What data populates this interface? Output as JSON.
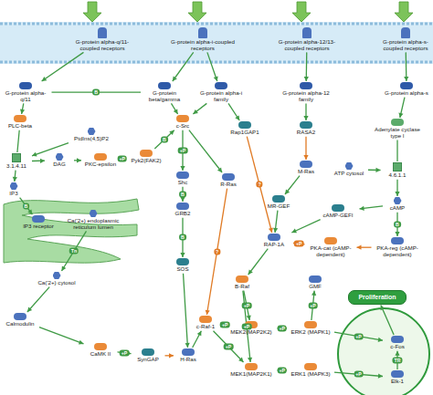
{
  "diagram": {
    "nodes": [
      {
        "text": [
          "G-protein alpha-q/11-coupled receptors"
        ]
      },
      {
        "text": [
          "G-protein alpha-i-coupled receptors"
        ]
      },
      {
        "text": [
          "G-protein alpha-12/13-coupled receptors"
        ]
      },
      {
        "text": [
          "G-protein alpha-s-coupled receptors"
        ]
      },
      {
        "text": [
          "G-protein alpha-q/11"
        ]
      },
      {
        "text": [
          "G-protein beta/gamma"
        ]
      },
      {
        "text": [
          "G-protein alpha-i family"
        ]
      },
      {
        "text": [
          "G-protein alpha-12 family"
        ]
      },
      {
        "text": [
          "G-protein alpha-s"
        ]
      },
      {
        "text": [
          "PLC-beta"
        ]
      },
      {
        "text": [
          "PtdIns(4,5)P2"
        ]
      },
      {
        "text": [
          "3.1.4.11"
        ]
      },
      {
        "text": [
          "DAG"
        ]
      },
      {
        "text": [
          "PKC-epsilon"
        ]
      },
      {
        "text": [
          "Pyk2(FAK2)"
        ]
      },
      {
        "text": [
          "c-Src"
        ]
      },
      {
        "text": [
          "Shc"
        ]
      },
      {
        "text": [
          "GRB2"
        ]
      },
      {
        "text": [
          "SOS"
        ]
      },
      {
        "text": [
          "R-Ras"
        ]
      },
      {
        "text": [
          "Rap1GAP1"
        ]
      },
      {
        "text": [
          "RASA2"
        ]
      },
      {
        "text": [
          "M-Ras"
        ]
      },
      {
        "text": [
          "MR-GEF"
        ]
      },
      {
        "text": [
          "cAMP-GEFI"
        ]
      },
      {
        "text": [
          "RAP-1A"
        ]
      },
      {
        "text": [
          "B-Raf"
        ]
      },
      {
        "text": [
          "c-Raf-1"
        ]
      },
      {
        "text": [
          "MEK2(MAP2K2)"
        ]
      },
      {
        "text": [
          "MEK1(MAP2K1)"
        ]
      },
      {
        "text": [
          "ERK2 (MAPK1)"
        ]
      },
      {
        "text": [
          "ERK1 (MAPK3)"
        ]
      },
      {
        "text": [
          "GMF"
        ]
      },
      {
        "text": [
          "PKA-cat (cAMP-dependent)"
        ]
      },
      {
        "text": [
          "PKA-reg (cAMP-dependent)"
        ]
      },
      {
        "text": [
          "Adenylate cyclase type I"
        ]
      },
      {
        "text": [
          "ATP cytosol"
        ]
      },
      {
        "text": [
          "4.6.1.1"
        ]
      },
      {
        "text": [
          "cAMP"
        ]
      },
      {
        "text": [
          "IP3"
        ]
      },
      {
        "text": [
          "IP3 receptor"
        ]
      },
      {
        "text": [
          "Ca('2+) endoplasmic reticulum lumen"
        ]
      },
      {
        "text": [
          "Ca('2+) cytosol"
        ]
      },
      {
        "text": [
          "Calmodulin"
        ]
      },
      {
        "text": [
          "CaMK II"
        ]
      },
      {
        "text": [
          "SynGAP"
        ]
      },
      {
        "text": [
          "H-Ras"
        ]
      },
      {
        "text": [
          "Proliferation"
        ]
      },
      {
        "text": [
          "c-Fos"
        ]
      },
      {
        "text": [
          "Elk-1"
        ]
      }
    ],
    "edges": [
      {
        "from": 0,
        "to": 4,
        "arrow": "to"
      },
      {
        "from": 1,
        "to": 5,
        "arrow": "to"
      },
      {
        "from": 1,
        "to": 6,
        "arrow": "to"
      },
      {
        "from": 4,
        "to": 5,
        "arrow": "none",
        "label": "B"
      },
      {
        "from": 2,
        "to": 7,
        "arrow": "to"
      },
      {
        "from": 3,
        "to": 8,
        "arrow": "to"
      },
      {
        "from": 4,
        "to": 9,
        "arrow": "to"
      },
      {
        "from": 9,
        "to": 11,
        "arrow": "none"
      },
      {
        "from": 10,
        "to": 11,
        "arrow": "to"
      },
      {
        "from": 11,
        "to": 12,
        "arrow": "to"
      },
      {
        "from": 11,
        "to": 39,
        "arrow": "to"
      },
      {
        "from": 12,
        "to": 13,
        "arrow": "to"
      },
      {
        "from": 13,
        "to": 14,
        "arrow": "to",
        "label": "+P"
      },
      {
        "from": 14,
        "to": 15,
        "arrow": "to",
        "label": "B"
      },
      {
        "from": 5,
        "to": 15,
        "arrow": "to"
      },
      {
        "from": 6,
        "to": 15,
        "arrow": "to"
      },
      {
        "from": 15,
        "to": 16,
        "arrow": "to",
        "label": "+P"
      },
      {
        "from": 16,
        "to": 17,
        "arrow": "to",
        "label": "B"
      },
      {
        "from": 17,
        "to": 18,
        "arrow": "to",
        "label": "B"
      },
      {
        "from": 18,
        "to": 46,
        "arrow": "to"
      },
      {
        "from": 15,
        "to": 19,
        "arrow": "to"
      },
      {
        "from": 6,
        "to": 20,
        "arrow": "to"
      },
      {
        "from": 20,
        "to": 25,
        "arrow": "to",
        "label": "?"
      },
      {
        "from": 7,
        "to": 21,
        "arrow": "to"
      },
      {
        "from": 21,
        "to": 22,
        "arrow": "to"
      },
      {
        "from": 22,
        "to": 23,
        "arrow": "to"
      },
      {
        "from": 23,
        "to": 25,
        "arrow": "to"
      },
      {
        "from": 24,
        "to": 25,
        "arrow": "to"
      },
      {
        "from": 8,
        "to": 35,
        "arrow": "to"
      },
      {
        "from": 35,
        "to": 37,
        "arrow": "none"
      },
      {
        "from": 36,
        "to": 37,
        "arrow": "to"
      },
      {
        "from": 37,
        "to": 38,
        "arrow": "to"
      },
      {
        "from": 38,
        "to": 24,
        "arrow": "to"
      },
      {
        "from": 38,
        "to": 34,
        "arrow": "to",
        "label": "B"
      },
      {
        "from": 34,
        "to": 33,
        "arrow": "to"
      },
      {
        "from": 33,
        "to": 25,
        "arrow": "to",
        "label": "+P"
      },
      {
        "from": 25,
        "to": 26,
        "arrow": "to"
      },
      {
        "from": 26,
        "to": 28,
        "arrow": "to",
        "label": "+P"
      },
      {
        "from": 26,
        "to": 29,
        "arrow": "to",
        "label": "+P"
      },
      {
        "from": 46,
        "to": 27,
        "arrow": "to"
      },
      {
        "from": 19,
        "to": 27,
        "arrow": "to",
        "label": "?"
      },
      {
        "from": 27,
        "to": 28,
        "arrow": "to",
        "label": "+P"
      },
      {
        "from": 27,
        "to": 29,
        "arrow": "to",
        "label": "+P"
      },
      {
        "from": 28,
        "to": 30,
        "arrow": "to",
        "label": "+P"
      },
      {
        "from": 29,
        "to": 31,
        "arrow": "to",
        "label": "+P"
      },
      {
        "from": 30,
        "to": 32,
        "arrow": "to",
        "label": "+P"
      },
      {
        "from": 30,
        "to": 48,
        "arrow": "to",
        "label": "+P"
      },
      {
        "from": 31,
        "to": 49,
        "arrow": "to",
        "label": "+P"
      },
      {
        "from": 48,
        "to": 47,
        "arrow": "to"
      },
      {
        "from": 39,
        "to": 40,
        "arrow": "to",
        "label": "B"
      },
      {
        "from": 41,
        "to": 42,
        "arrow": "to",
        "label": "Tn"
      },
      {
        "from": 42,
        "to": 43,
        "arrow": "to"
      },
      {
        "from": 43,
        "to": 44,
        "arrow": "to"
      },
      {
        "from": 44,
        "to": 45,
        "arrow": "to",
        "label": "+P"
      },
      {
        "from": 45,
        "to": 46,
        "arrow": "to"
      },
      {
        "from": 49,
        "to": 48,
        "arrow": "to",
        "label": "TR"
      }
    ]
  }
}
